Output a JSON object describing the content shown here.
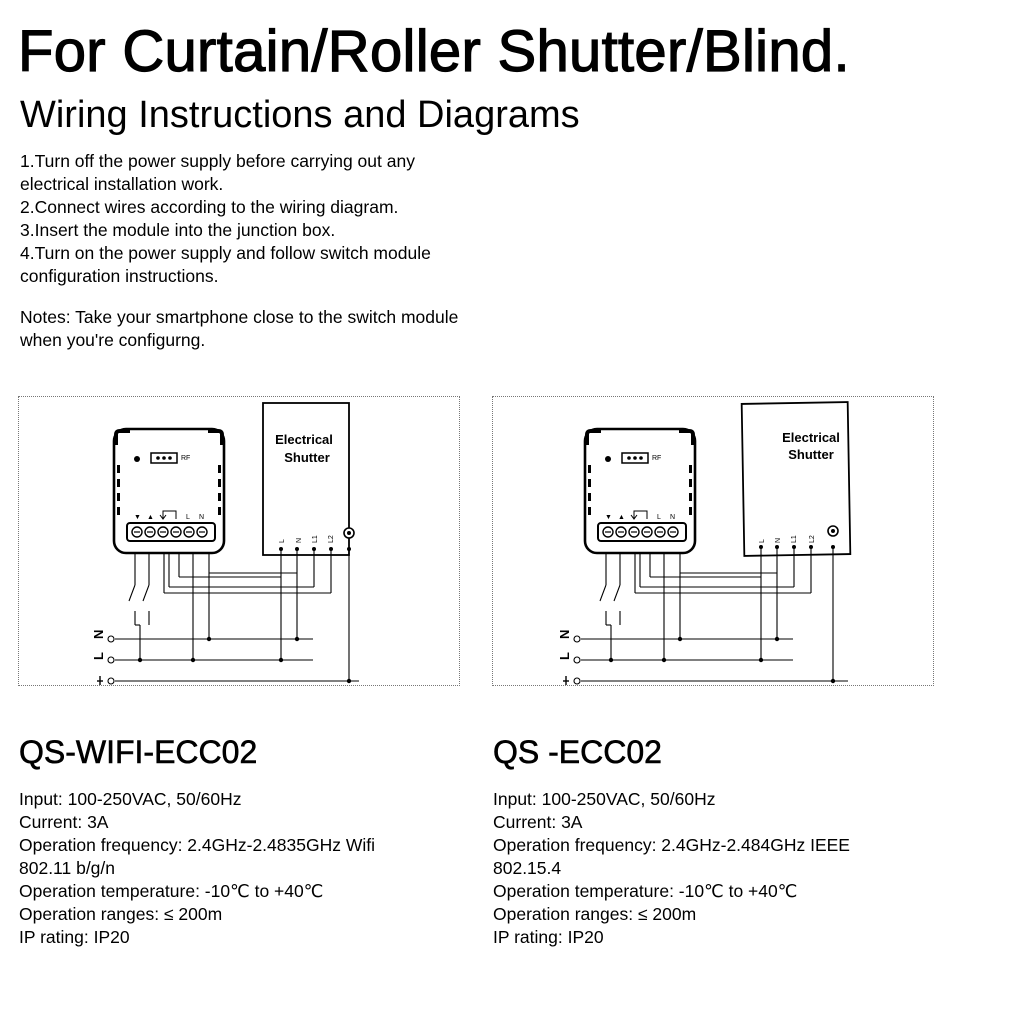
{
  "header": {
    "title": "For Curtain/Roller Shutter/Blind.",
    "subtitle": "Wiring Instructions and Diagrams"
  },
  "instructions": [
    "1.Turn off the power supply before carrying out any\nelectrical installation work.",
    "2.Connect wires according to the wiring diagram.",
    "3.Insert the module into the junction box.",
    "4.Turn on the power supply and follow switch module\nconfiguration instructions."
  ],
  "notes": "Notes: Take your smartphone close to the switch module\nwhen you're configurng.",
  "diagram": {
    "shutter_label_line1": "Electrical",
    "shutter_label_line2": "Shutter",
    "module_terminals": [
      "▼",
      "▲",
      "",
      "",
      "L",
      "N"
    ],
    "shutter_terminals": [
      "L",
      "N",
      "L1",
      "L2"
    ],
    "bus_labels": [
      "N",
      "L"
    ],
    "rf_label": "RF"
  },
  "products": [
    {
      "model": "QS-WIFI-ECC02",
      "specs": [
        "Input: 100-250VAC, 50/60Hz",
        "Current: 3A",
        "Operation frequency: 2.4GHz-2.4835GHz Wifi",
        "802.11 b/g/n",
        "Operation temperature: -10℃ to +40℃",
        "Operation ranges: ≤ 200m",
        "IP rating: IP20"
      ]
    },
    {
      "model": "QS -ECC02",
      "specs": [
        "Input: 100-250VAC, 50/60Hz",
        "Current: 3A",
        "Operation frequency: 2.4GHz-2.484GHz IEEE",
        "802.15.4",
        "Operation temperature: -10℃ to +40℃",
        "Operation ranges: ≤ 200m",
        "IP rating: IP20"
      ]
    }
  ]
}
